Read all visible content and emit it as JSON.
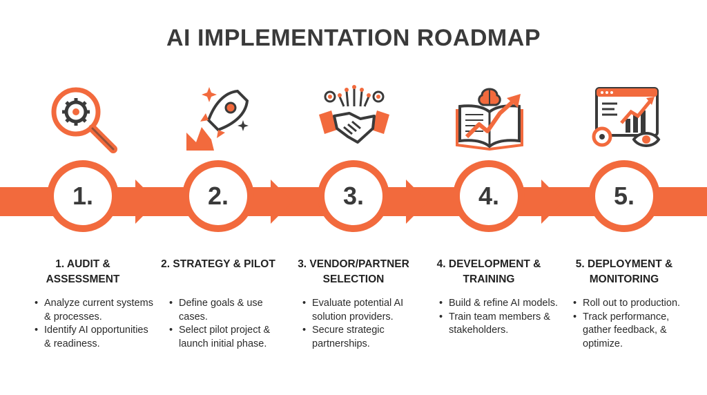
{
  "title": "AI IMPLEMENTATION ROADMAP",
  "colors": {
    "accent": "#f26a3d",
    "dark": "#3a3a3a"
  },
  "steps": [
    {
      "number": "1.",
      "title": "1. AUDIT & ASSESSMENT",
      "icon": "magnifier-gear-icon",
      "bullets": [
        "Analyze current systems & processes.",
        "Identify AI opportunities & readiness."
      ]
    },
    {
      "number": "2.",
      "title": "2. STRATEGY & PILOT",
      "icon": "rocket-icon",
      "bullets": [
        "Define goals & use cases.",
        "Select pilot project & launch initial phase."
      ]
    },
    {
      "number": "3.",
      "title": "3. VENDOR/PARTNER SELECTION",
      "icon": "handshake-icon",
      "bullets": [
        "Evaluate potential AI solution providers.",
        "Secure strategic partnerships."
      ]
    },
    {
      "number": "4.",
      "title": "4. DEVELOPMENT & TRAINING",
      "icon": "book-brain-growth-icon",
      "bullets": [
        "Build & refine AI models.",
        "Train team members & stakeholders."
      ]
    },
    {
      "number": "5.",
      "title": "5. DEPLOYMENT & MONITORING",
      "icon": "dashboard-monitor-icon",
      "bullets": [
        "Roll out to production.",
        "Track performance, gather feedback, & optimize."
      ]
    }
  ]
}
